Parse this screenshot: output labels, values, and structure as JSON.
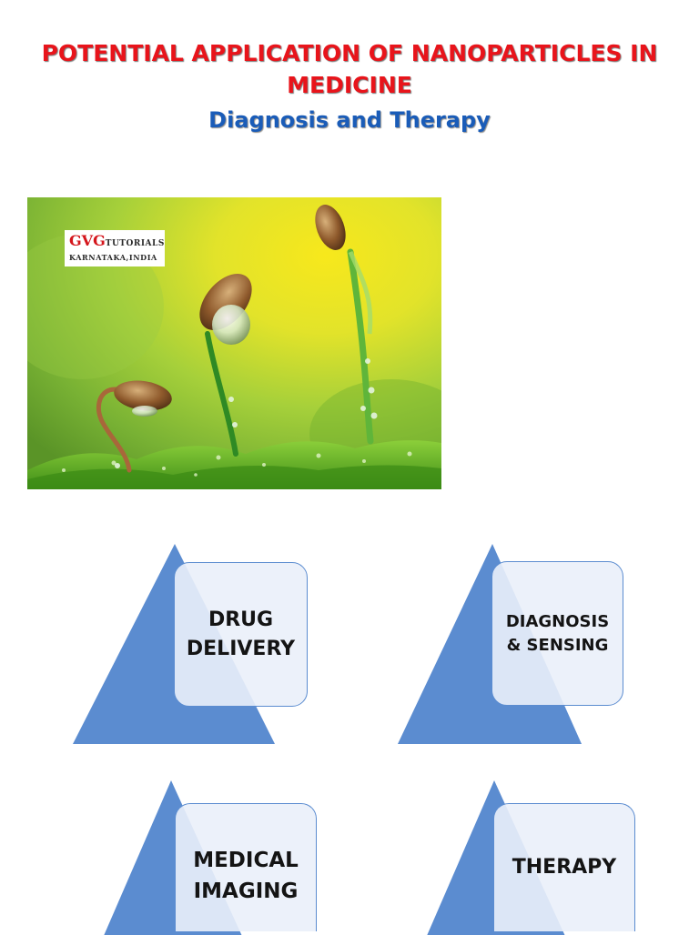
{
  "header": {
    "title_line1": "POTENTIAL APPLICATION OF NANOPARTICLES  IN",
    "title_line2": "MEDICINE",
    "subtitle": "Diagnosis and Therapy"
  },
  "image": {
    "logo_main": "GVG",
    "logo_suffix": "TUTORIALS",
    "logo_location": "KARNATAKA,INDIA"
  },
  "applications": [
    {
      "label": "DRUG\nDELIVERY"
    },
    {
      "label": "DIAGNOSIS\n& SENSING"
    },
    {
      "label": "MEDICAL\nIMAGING"
    },
    {
      "label": "THERAPY"
    }
  ],
  "colors": {
    "title": "#e8141b",
    "subtitle": "#1a5cb8",
    "triangle": "#5b8cd0",
    "card_border": "#5b8cd0"
  }
}
